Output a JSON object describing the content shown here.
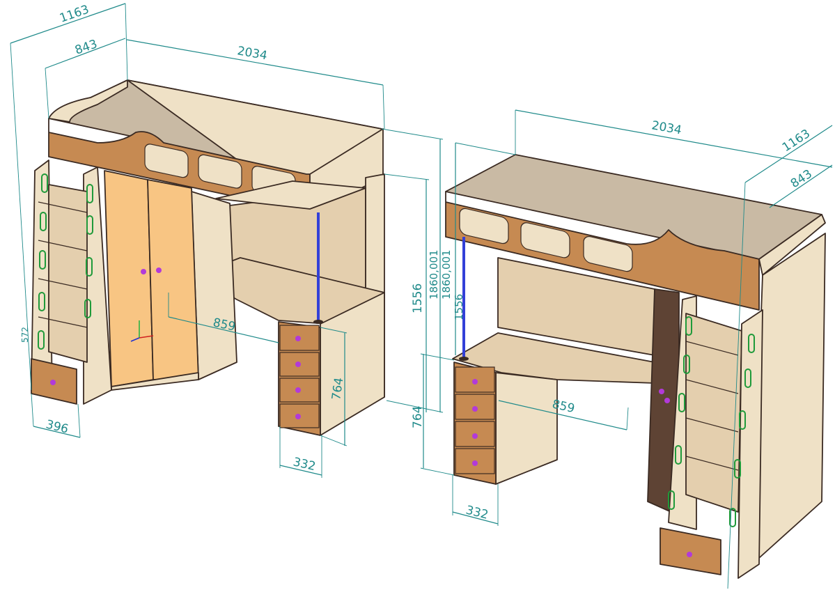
{
  "colors": {
    "board_light": "#efe1c6",
    "board_mid": "#e4cfae",
    "board_top": "#c9baa4",
    "panel_orange": "#c68a52",
    "door_orange": "#f8c583",
    "dark_panel": "#5e4334",
    "edge": "#3a2a22",
    "dimension": "#1f8a8a",
    "handle": "#b23ad9",
    "rod": "#3340d8",
    "ladder_slot": "#1f9a3a"
  },
  "left_view": {
    "dims": {
      "depth_total": "1163",
      "depth_bed": "843",
      "length": "2034",
      "ladder_width": "396",
      "desk_width": "859",
      "pedestal_height": "764",
      "pedestal_width": "332",
      "height_small": "572"
    }
  },
  "right_view": {
    "dims": {
      "length": "2034",
      "depth_total": "1163",
      "depth_bed": "843",
      "height_1556": "1556",
      "height_1860_a": "1860,001",
      "height_1860_b": "1860,001",
      "height_1556_b": "1556",
      "pedestal_height": "764",
      "desk_width": "859",
      "pedestal_width": "332"
    }
  }
}
